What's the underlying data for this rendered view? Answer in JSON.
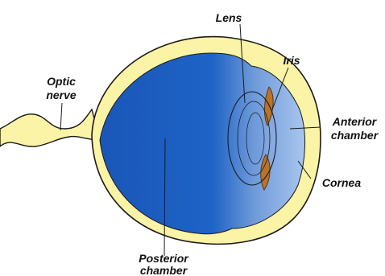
{
  "labels": {
    "lens": "Lens",
    "iris": "Iris",
    "optic_nerve_1": "Optic",
    "optic_nerve_2": "nerve",
    "anterior_1": "Anterior",
    "anterior_2": "chamber",
    "cornea": "Cornea",
    "posterior_1": "Posterior",
    "posterior_2": "chamber"
  },
  "colors": {
    "sclera": "#FBF3A6",
    "outline": "#1a1a1a",
    "posterior_fill": "#1E5FC0",
    "anterior_fill": "#8FB5E5",
    "iris_fill": "#B8742A",
    "background": "#ffffff"
  }
}
